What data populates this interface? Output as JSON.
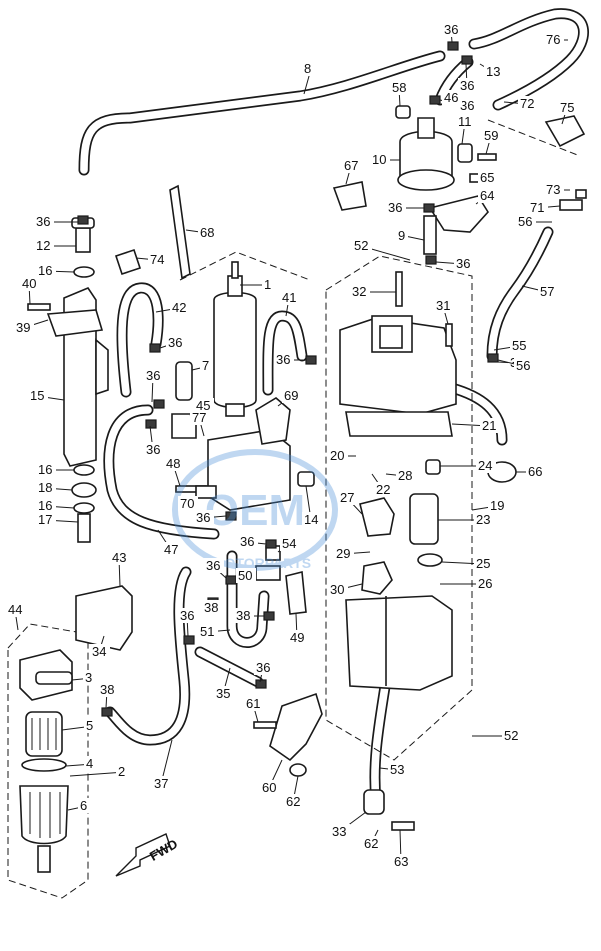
{
  "watermark": {
    "brand": "OEM",
    "sub": "MOTORPARTS",
    "color": "#4a90d9"
  },
  "fwd_arrow": {
    "text": "FWD"
  },
  "parts": [
    {
      "id": "p1",
      "label": "1"
    },
    {
      "id": "p2",
      "label": "2"
    },
    {
      "id": "p3",
      "label": "3"
    },
    {
      "id": "p4",
      "label": "4"
    },
    {
      "id": "p5",
      "label": "5"
    },
    {
      "id": "p6",
      "label": "6"
    },
    {
      "id": "p7",
      "label": "7"
    },
    {
      "id": "p8",
      "label": "8"
    },
    {
      "id": "p9",
      "label": "9"
    },
    {
      "id": "p10",
      "label": "10"
    },
    {
      "id": "p11",
      "label": "11"
    },
    {
      "id": "p12",
      "label": "12"
    },
    {
      "id": "p13",
      "label": "13"
    },
    {
      "id": "p14",
      "label": "14"
    },
    {
      "id": "p15",
      "label": "15"
    },
    {
      "id": "p16a",
      "label": "16"
    },
    {
      "id": "p16b",
      "label": "16"
    },
    {
      "id": "p16c",
      "label": "16"
    },
    {
      "id": "p17",
      "label": "17"
    },
    {
      "id": "p18",
      "label": "18"
    },
    {
      "id": "p19",
      "label": "19"
    },
    {
      "id": "p20",
      "label": "20"
    },
    {
      "id": "p21",
      "label": "21"
    },
    {
      "id": "p22",
      "label": "22"
    },
    {
      "id": "p23",
      "label": "23"
    },
    {
      "id": "p24",
      "label": "24"
    },
    {
      "id": "p25",
      "label": "25"
    },
    {
      "id": "p26",
      "label": "26"
    },
    {
      "id": "p27",
      "label": "27"
    },
    {
      "id": "p28",
      "label": "28"
    },
    {
      "id": "p29",
      "label": "29"
    },
    {
      "id": "p30",
      "label": "30"
    },
    {
      "id": "p31",
      "label": "31"
    },
    {
      "id": "p32",
      "label": "32"
    },
    {
      "id": "p33",
      "label": "33"
    },
    {
      "id": "p34",
      "label": "34"
    },
    {
      "id": "p35",
      "label": "35"
    },
    {
      "id": "p36a",
      "label": "36"
    },
    {
      "id": "p36b",
      "label": "36"
    },
    {
      "id": "p36c",
      "label": "36"
    },
    {
      "id": "p36d",
      "label": "36"
    },
    {
      "id": "p36e",
      "label": "36"
    },
    {
      "id": "p36f",
      "label": "36"
    },
    {
      "id": "p36g",
      "label": "36"
    },
    {
      "id": "p36h",
      "label": "36"
    },
    {
      "id": "p36i",
      "label": "36"
    },
    {
      "id": "p36j",
      "label": "36"
    },
    {
      "id": "p36k",
      "label": "36"
    },
    {
      "id": "p36l",
      "label": "36"
    },
    {
      "id": "p36m",
      "label": "36"
    },
    {
      "id": "p36n",
      "label": "36"
    },
    {
      "id": "p36o",
      "label": "36"
    },
    {
      "id": "p36p",
      "label": "36"
    },
    {
      "id": "p37",
      "label": "37"
    },
    {
      "id": "p38a",
      "label": "38"
    },
    {
      "id": "p38b",
      "label": "38"
    },
    {
      "id": "p38c",
      "label": "38"
    },
    {
      "id": "p39",
      "label": "39"
    },
    {
      "id": "p40",
      "label": "40"
    },
    {
      "id": "p41",
      "label": "41"
    },
    {
      "id": "p42",
      "label": "42"
    },
    {
      "id": "p43",
      "label": "43"
    },
    {
      "id": "p44",
      "label": "44"
    },
    {
      "id": "p45",
      "label": "45"
    },
    {
      "id": "p46",
      "label": "46"
    },
    {
      "id": "p47",
      "label": "47"
    },
    {
      "id": "p48",
      "label": "48"
    },
    {
      "id": "p49",
      "label": "49"
    },
    {
      "id": "p50",
      "label": "50"
    },
    {
      "id": "p51",
      "label": "51"
    },
    {
      "id": "p52a",
      "label": "52"
    },
    {
      "id": "p52b",
      "label": "52"
    },
    {
      "id": "p53",
      "label": "53"
    },
    {
      "id": "p54",
      "label": "54"
    },
    {
      "id": "p55",
      "label": "55"
    },
    {
      "id": "p56a",
      "label": "56"
    },
    {
      "id": "p56b",
      "label": "56"
    },
    {
      "id": "p57",
      "label": "57"
    },
    {
      "id": "p58",
      "label": "58"
    },
    {
      "id": "p59",
      "label": "59"
    },
    {
      "id": "p60",
      "label": "60"
    },
    {
      "id": "p61",
      "label": "61"
    },
    {
      "id": "p62a",
      "label": "62"
    },
    {
      "id": "p62b",
      "label": "62"
    },
    {
      "id": "p63",
      "label": "63"
    },
    {
      "id": "p64",
      "label": "64"
    },
    {
      "id": "p65",
      "label": "65"
    },
    {
      "id": "p66",
      "label": "66"
    },
    {
      "id": "p67",
      "label": "67"
    },
    {
      "id": "p68",
      "label": "68"
    },
    {
      "id": "p69",
      "label": "69"
    },
    {
      "id": "p70",
      "label": "70"
    },
    {
      "id": "p71",
      "label": "71"
    },
    {
      "id": "p72",
      "label": "72"
    },
    {
      "id": "p73",
      "label": "73"
    },
    {
      "id": "p74",
      "label": "74"
    },
    {
      "id": "p75",
      "label": "75"
    },
    {
      "id": "p76",
      "label": "76"
    },
    {
      "id": "p77",
      "label": "77"
    }
  ]
}
